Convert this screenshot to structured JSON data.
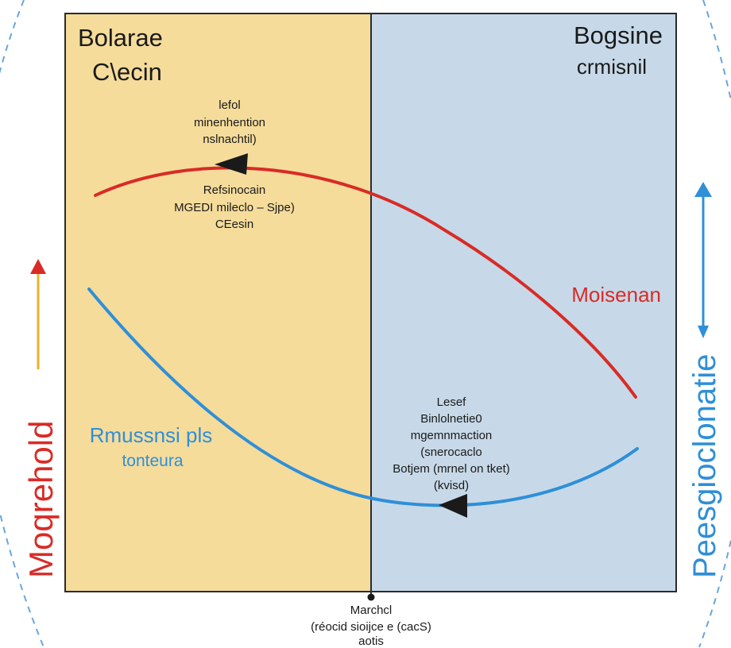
{
  "panels": {
    "left": {
      "title_line1": "Bolarae",
      "title_line2": "C\\ecin",
      "fill": "#f5dc9b"
    },
    "right": {
      "title_line1": "Bogsine",
      "title_line2": "crmisnil",
      "fill": "#c7d9e8"
    }
  },
  "annotations": {
    "top_note": [
      "lefol",
      "minenhention",
      "nslnachtil)"
    ],
    "red_curve_note": [
      "Refsinocain",
      "MGEDI mileclo – Sjpe)",
      "CEesin"
    ],
    "red_curve_label": "Moisenan",
    "blue_curve_label": [
      "Rmussnsi pls",
      "tonteura"
    ],
    "blue_curve_note": [
      "Lesef",
      "Binlolnetie0",
      "mgemnmaction",
      "(snerocaclo",
      "Botjem (mrnel on tket)",
      "(kvisd)"
    ],
    "bottom_note": [
      "Marchcl",
      "(réocid sioijce e (cacS)",
      "aotis"
    ]
  },
  "side_labels": {
    "left_vertical": "Moqrehold",
    "right_vertical": "Peesgioclonatie"
  },
  "colors": {
    "red": "#d92b26",
    "blue": "#2f8fd8",
    "axis_yellow": "#e8b22a",
    "frame": "#2b2b2b",
    "dash_blue": "#6aa6dc"
  }
}
